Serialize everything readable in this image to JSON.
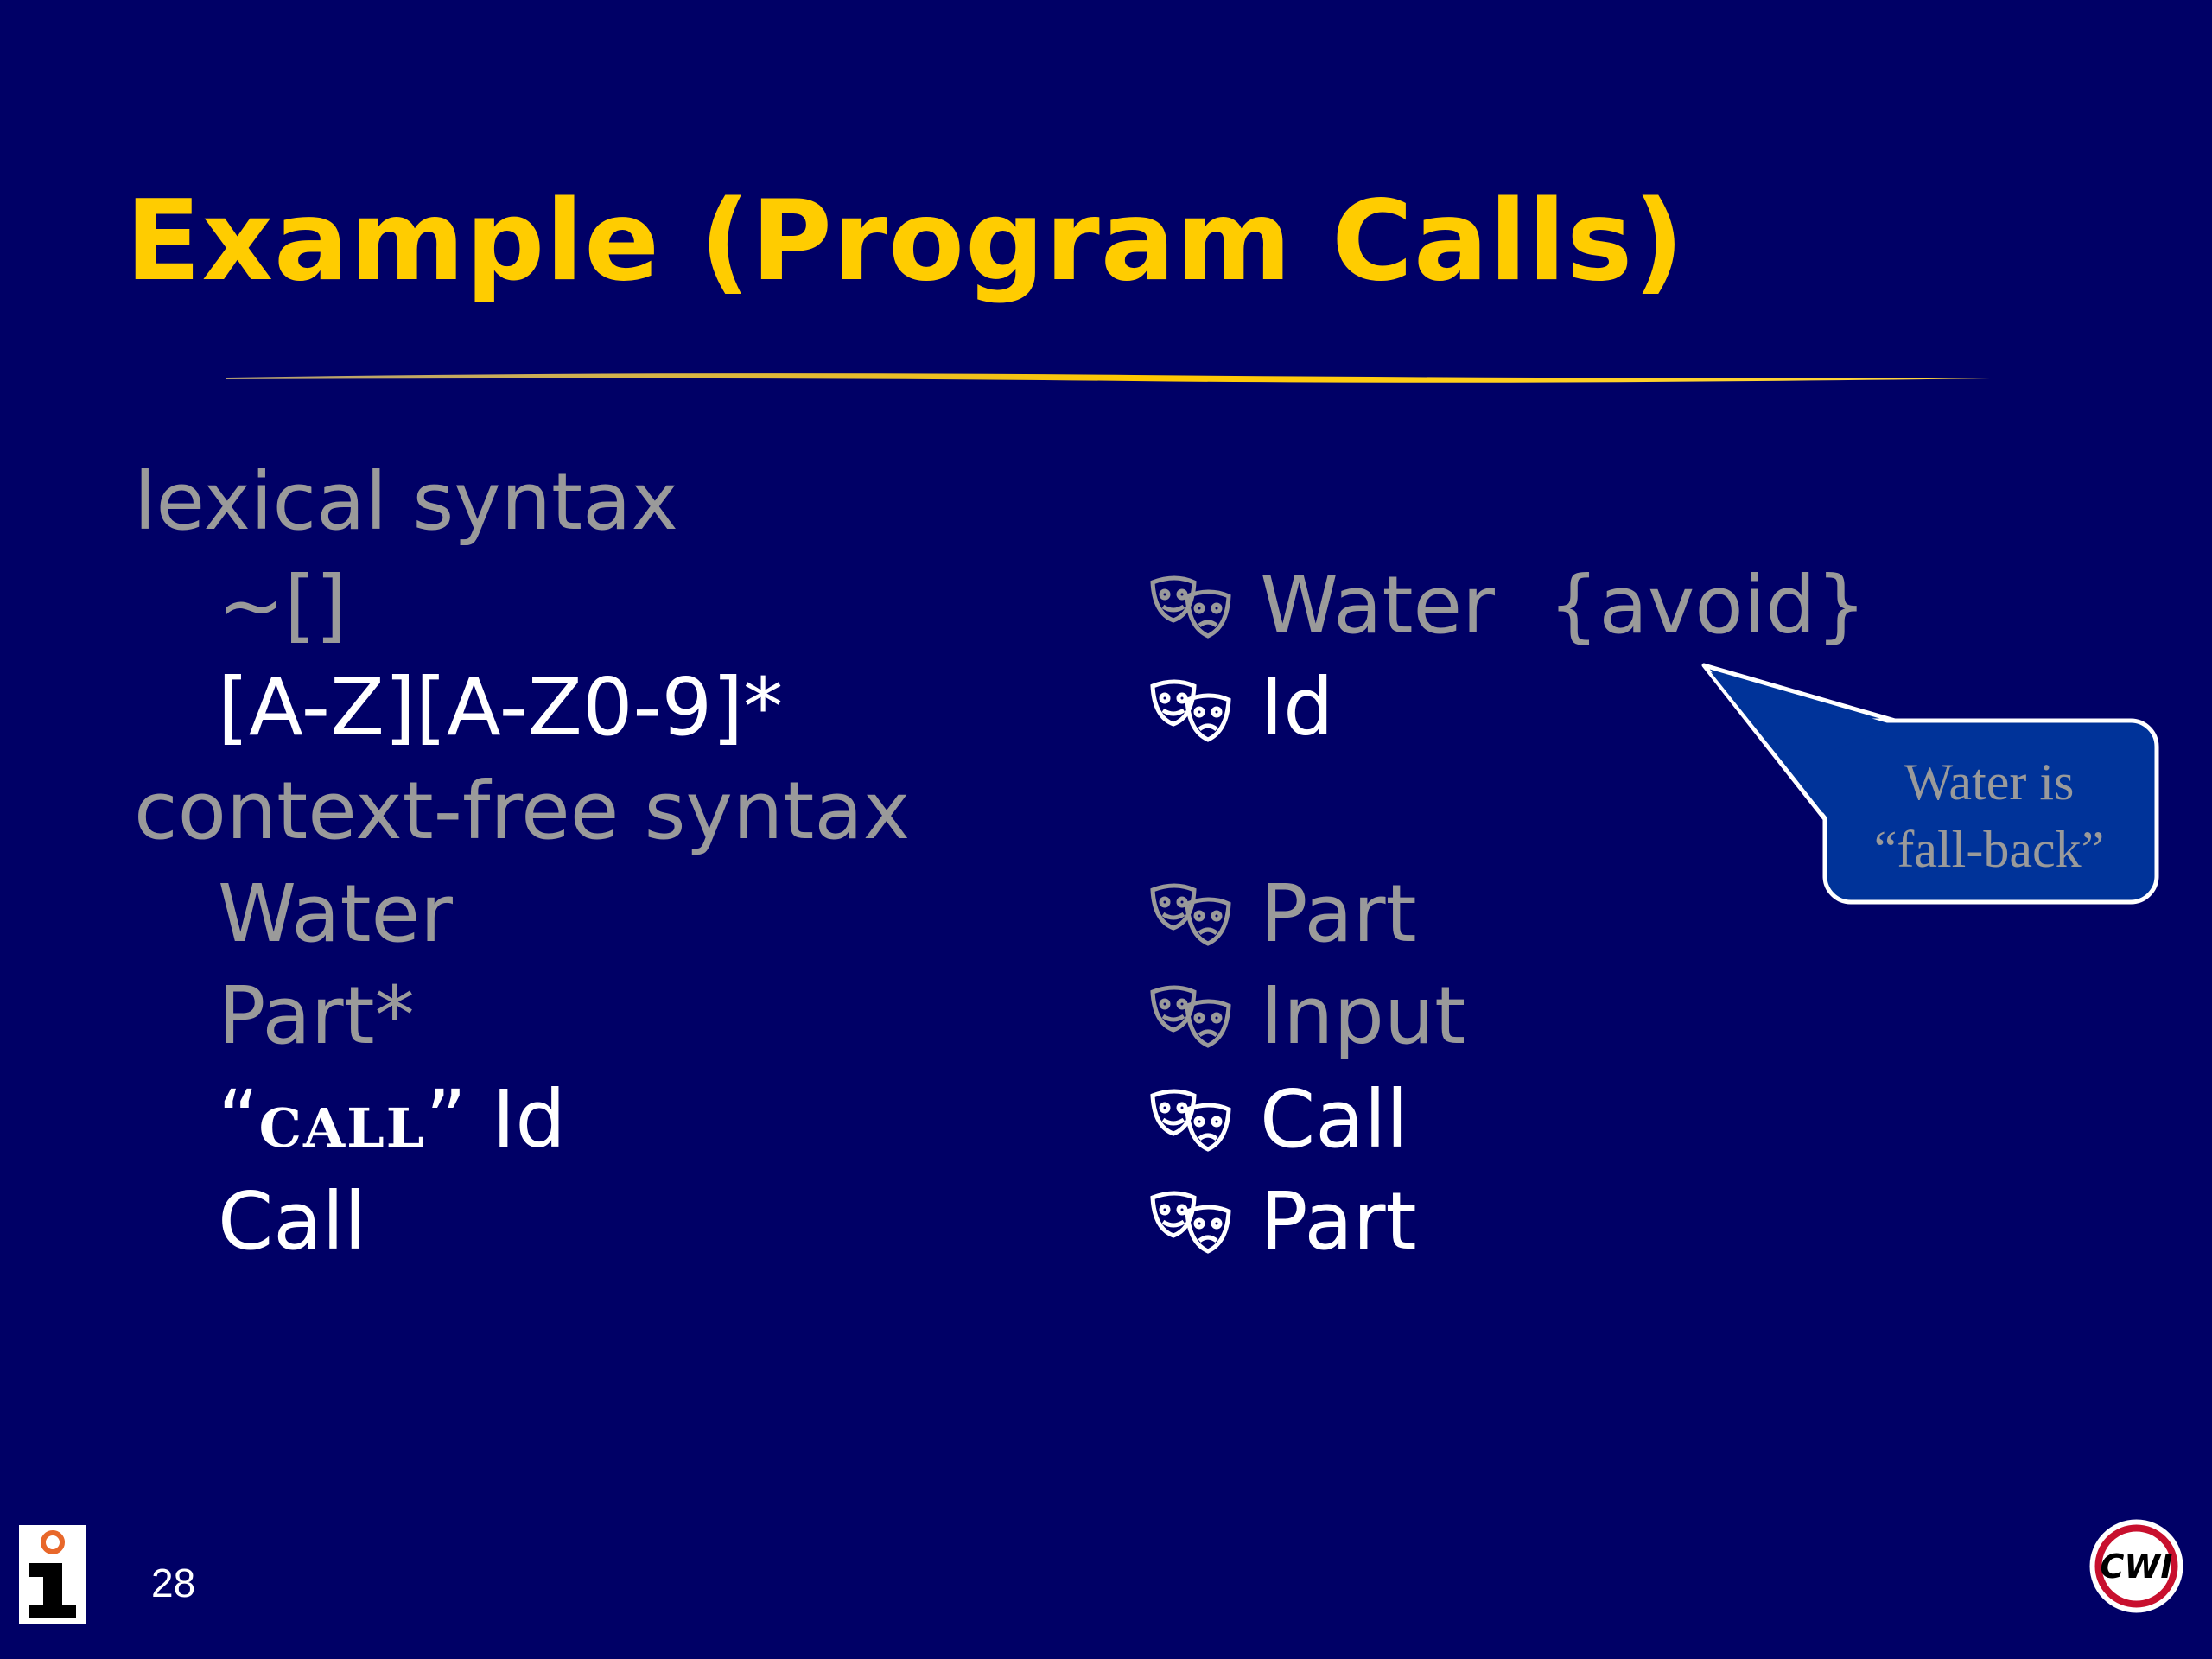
{
  "slide": {
    "title": "Example (Program Calls)",
    "page_number": "28",
    "colors": {
      "background": "#000066",
      "title": "#FFCC00",
      "muted": "#9A9A9A",
      "text": "#FFFFFF",
      "callout_fill": "#003399"
    }
  },
  "left": {
    "lexical_header": "lexical syntax",
    "lex_rule1": "~[]",
    "lex_rule2": "[A-Z][A-Z0-9]*",
    "cf_header": "context-free syntax",
    "cf_rule1": "Water",
    "cf_rule2": "Part*",
    "cf_rule3_open_quote": "“",
    "cf_rule3_keyword": "CALL",
    "cf_rule3_close": "” Id",
    "cf_rule4": "Call"
  },
  "right": {
    "bullet_icon": "theater-masks-icon",
    "r1": "Water",
    "r1_attr": "{avoid}",
    "r2": "Id",
    "r3": "Part",
    "r4": "Input",
    "r5": "Call",
    "r6": "Part"
  },
  "callout": {
    "line1": "Water is",
    "line2": "“fall-back”"
  },
  "logos": {
    "left_glyph": "i",
    "right_text": "CWI"
  }
}
